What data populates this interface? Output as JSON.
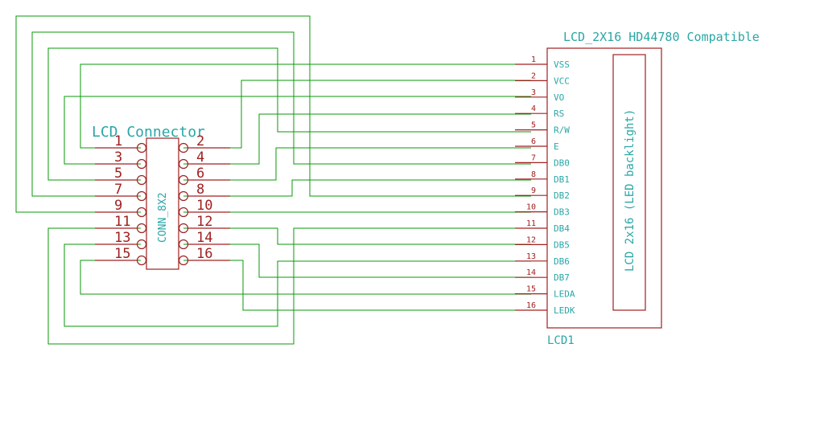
{
  "connector": {
    "title": "LCD Connector",
    "value": "CONN_8X2",
    "left_pins": [
      "1",
      "3",
      "5",
      "7",
      "9",
      "11",
      "13",
      "15"
    ],
    "right_pins": [
      "2",
      "4",
      "6",
      "8",
      "10",
      "12",
      "14",
      "16"
    ]
  },
  "lcd": {
    "title": "LCD_2X16 HD44780 Compatible",
    "ref": "LCD1",
    "inner_label": "LCD 2x16 (LED backlight)",
    "pins": [
      {
        "num": "1",
        "name": "VSS"
      },
      {
        "num": "2",
        "name": "VCC"
      },
      {
        "num": "3",
        "name": "VO"
      },
      {
        "num": "4",
        "name": "RS"
      },
      {
        "num": "5",
        "name": "R/W"
      },
      {
        "num": "6",
        "name": "E"
      },
      {
        "num": "7",
        "name": "DB0"
      },
      {
        "num": "8",
        "name": "DB1"
      },
      {
        "num": "9",
        "name": "DB2"
      },
      {
        "num": "10",
        "name": "DB3"
      },
      {
        "num": "11",
        "name": "DB4"
      },
      {
        "num": "12",
        "name": "DB5"
      },
      {
        "num": "13",
        "name": "DB6"
      },
      {
        "num": "14",
        "name": "DB7"
      },
      {
        "num": "15",
        "name": "LEDA"
      },
      {
        "num": "16",
        "name": "LEDK"
      }
    ]
  },
  "colors": {
    "wire": "#0a9a0a",
    "symbol": "#a02020",
    "text": "#2aa6a6"
  }
}
